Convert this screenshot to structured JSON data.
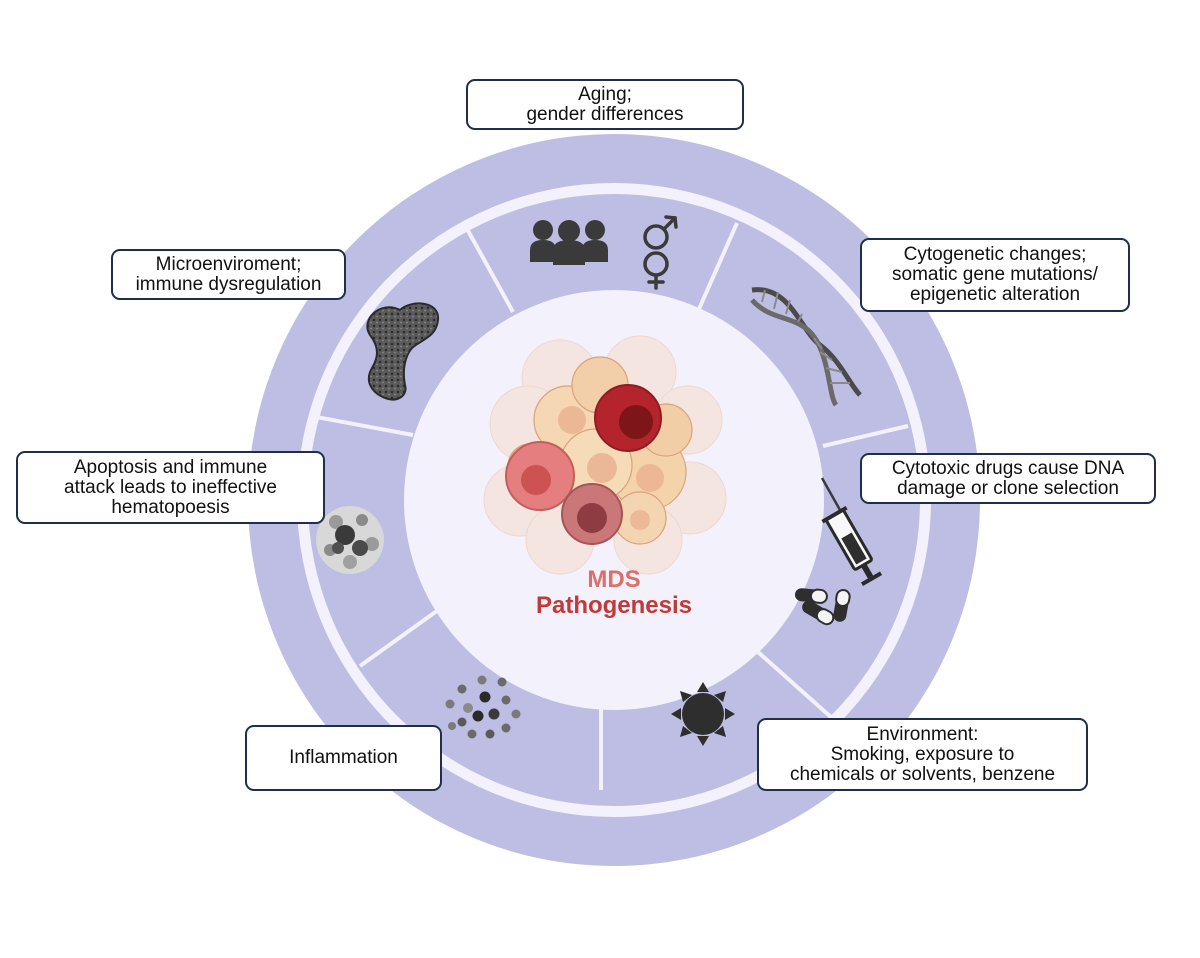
{
  "center": {
    "title_line1": "MDS",
    "title_line2": "Pathogenesis"
  },
  "factors": {
    "aging": {
      "line1": "Aging;",
      "line2": "gender differences",
      "icons": [
        "people-group-icon",
        "gender-symbol-icon"
      ]
    },
    "cytogenetic": {
      "line1": "Cytogenetic changes;",
      "line2": "somatic gene mutations/",
      "line3": "epigenetic alteration",
      "icon": "dna-icon"
    },
    "cytotoxic": {
      "line1": "Cytotoxic drugs cause DNA",
      "line2": "damage or clone selection",
      "icons": [
        "syringe-icon",
        "pills-icon"
      ]
    },
    "environment": {
      "line1": "Environment:",
      "line2": "Smoking, exposure to",
      "line3": "chemicals or solvents, benzene",
      "icon": "pollution-particle-icon"
    },
    "inflammation": {
      "line1": "Inflammation",
      "icon": "cytokine-dots-icon"
    },
    "apoptosis": {
      "line1": "Apoptosis and immune",
      "line2": "attack leads to ineffective",
      "line3": "hematopoesis",
      "icon": "apoptotic-cell-icon"
    },
    "microenvironment": {
      "line1": "Microenviroment;",
      "line2": "immune dysregulation",
      "icon": "bone-icon"
    }
  },
  "colors": {
    "ring": "#bebde3",
    "ring_inner": "#f3f1fb",
    "box_border": "#1f2f4a",
    "title_mds": "#d9706a",
    "title_pathogenesis": "#c03a3a",
    "icon_dark": "#3a3a3a"
  }
}
